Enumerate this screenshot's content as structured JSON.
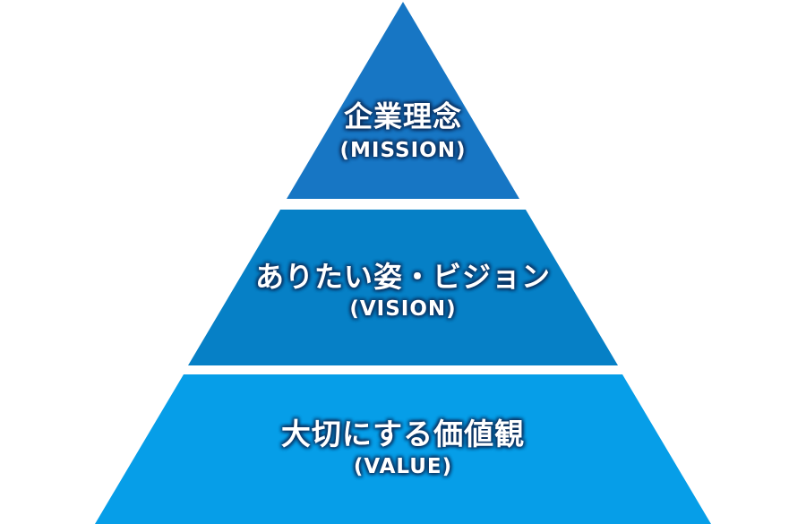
{
  "diagram": {
    "type": "pyramid",
    "background_color": "#ffffff",
    "label_text_color": "#ffffff",
    "label_outline_color": "#0d2e5c",
    "tiers": [
      {
        "label": "企業理念",
        "sublabel": "(MISSION)",
        "color": "#1776c4"
      },
      {
        "label": "ありたい姿・ビジョン",
        "sublabel": "(VISION)",
        "color": "#0680c6"
      },
      {
        "label": "大切にする価値観",
        "sublabel": "(VALUE)",
        "color": "#069ee8"
      }
    ]
  }
}
